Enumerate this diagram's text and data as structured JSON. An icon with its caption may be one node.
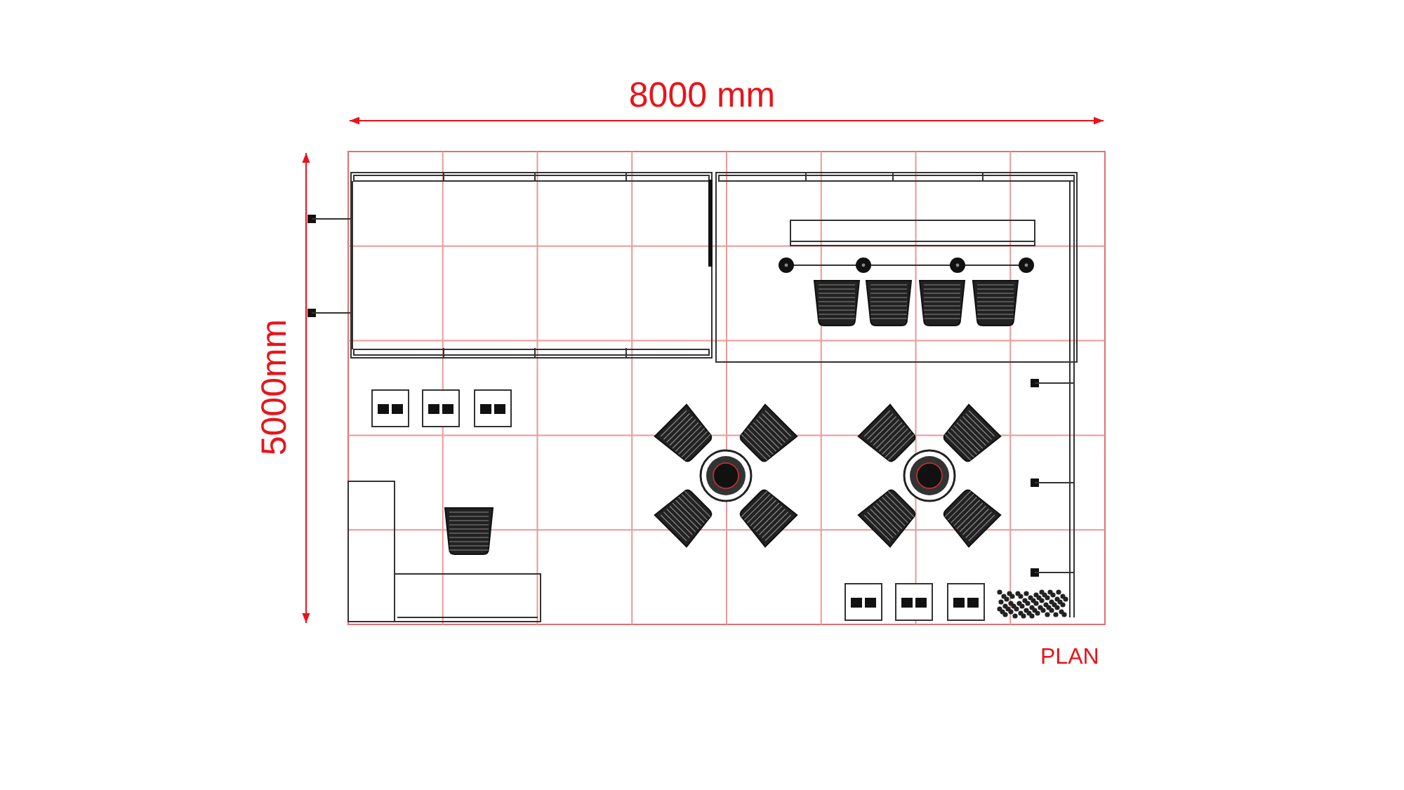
{
  "diagram": {
    "labels": [
      "8000 mm",
      "5000mm",
      "PLAN"
    ]
  }
}
